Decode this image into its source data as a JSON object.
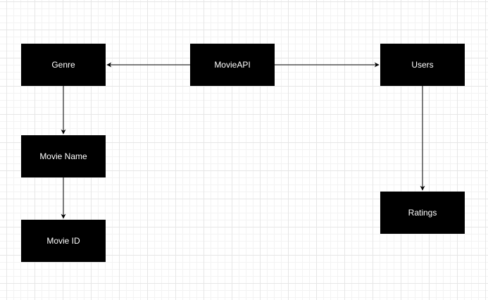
{
  "diagram": {
    "nodes": {
      "genre": "Genre",
      "movieapi": "MovieAPI",
      "users": "Users",
      "moviename": "Movie Name",
      "movieid": "Movie ID",
      "ratings": "Ratings"
    },
    "edges": [
      {
        "from": "MovieAPI",
        "to": "Genre"
      },
      {
        "from": "MovieAPI",
        "to": "Users"
      },
      {
        "from": "Genre",
        "to": "Movie Name"
      },
      {
        "from": "Movie Name",
        "to": "Movie ID"
      },
      {
        "from": "Users",
        "to": "Ratings"
      }
    ],
    "colors": {
      "node_fill": "#000000",
      "node_text": "#ffffff",
      "edge": "#000000",
      "grid": "#e6e6e6"
    }
  }
}
